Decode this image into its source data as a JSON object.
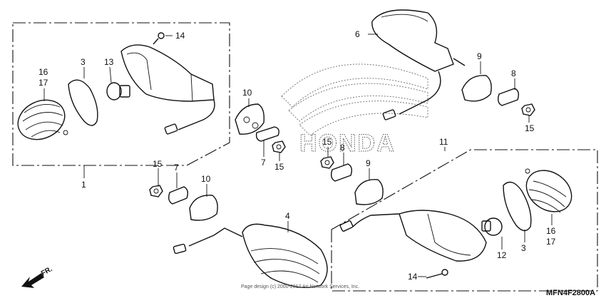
{
  "watermark": {
    "brand": "HONDA"
  },
  "diagram_code": "MFN4F2800A",
  "copyright": "Page design (c) 2000-2017 Ari Network Services, Inc.",
  "direction_label": "FR.",
  "callouts": {
    "c1": "1",
    "c3a": "3",
    "c3b": "3",
    "c4": "4",
    "c6": "6",
    "c7a": "7",
    "c7b": "7",
    "c8a": "8",
    "c8b": "8",
    "c9a": "9",
    "c9b": "9",
    "c10a": "10",
    "c10b": "10",
    "c11": "11",
    "c12": "12",
    "c13": "13",
    "c14a": "14",
    "c14b": "14",
    "c15a": "15",
    "c15b": "15",
    "c15c": "15",
    "c15d": "15",
    "c16a": "16",
    "c16b": "16",
    "c17a": "17",
    "c17b": "17"
  }
}
